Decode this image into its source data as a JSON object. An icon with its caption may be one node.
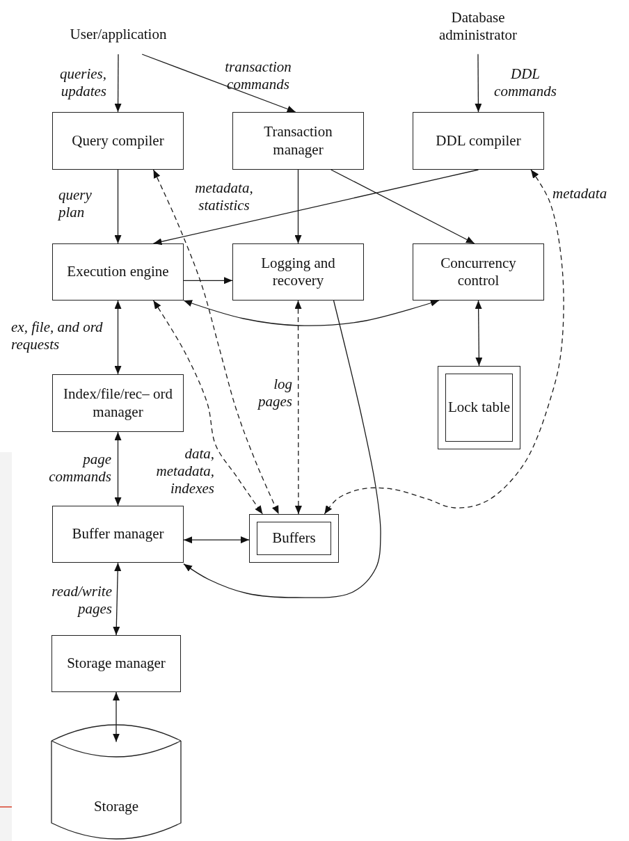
{
  "diagram": {
    "nodes": [
      {
        "text": [
          "User/application"
        ]
      },
      {
        "text": [
          "Database administrator"
        ]
      },
      {
        "text": [
          "Query compiler"
        ]
      },
      {
        "text": [
          "Transaction manager"
        ]
      },
      {
        "text": [
          "DDL compiler"
        ]
      },
      {
        "text": [
          "Execution engine"
        ]
      },
      {
        "text": [
          "Logging and recovery"
        ]
      },
      {
        "text": [
          "Concurrency control"
        ]
      },
      {
        "text": [
          "Index/file/rec– ord manager"
        ]
      },
      {
        "text": [
          "Buffer manager"
        ]
      },
      {
        "text": [
          "Buffers"
        ]
      },
      {
        "text": [
          "Lock table"
        ]
      },
      {
        "text": [
          "Storage manager"
        ]
      },
      {
        "text": [
          "Storage"
        ]
      }
    ],
    "edges": [
      {
        "from": 0,
        "to": 2,
        "arrow": "to",
        "label": "queries, updates"
      },
      {
        "from": 0,
        "to": 3,
        "arrow": "to",
        "label": "transaction commands"
      },
      {
        "from": 1,
        "to": 4,
        "arrow": "to",
        "label": "DDL commands"
      },
      {
        "from": 2,
        "to": 5,
        "arrow": "to",
        "label": "query plan"
      },
      {
        "from": 3,
        "to": 6,
        "arrow": "to"
      },
      {
        "from": 3,
        "to": 7,
        "arrow": "to"
      },
      {
        "from": 4,
        "to": 5,
        "arrow": "to"
      },
      {
        "from": 2,
        "to": 10,
        "arrow": "both",
        "style": "dashed",
        "label": "metadata, statistics"
      },
      {
        "from": 5,
        "to": 6,
        "arrow": "to"
      },
      {
        "from": 5,
        "to": 7,
        "arrow": "both"
      },
      {
        "from": 7,
        "to": 11,
        "arrow": "both"
      },
      {
        "from": 5,
        "to": 8,
        "arrow": "both",
        "label": "ex, file, and ord requests"
      },
      {
        "from": 6,
        "to": 10,
        "arrow": "both",
        "style": "dashed",
        "label": "log pages"
      },
      {
        "from": 5,
        "to": 10,
        "arrow": "both",
        "style": "dashed",
        "label": "data, metadata, indexes"
      },
      {
        "from": 4,
        "to": 10,
        "arrow": "both",
        "style": "dashed",
        "label": "metadata"
      },
      {
        "from": 8,
        "to": 9,
        "arrow": "both",
        "label": "page commands"
      },
      {
        "from": 9,
        "to": 10,
        "arrow": "both"
      },
      {
        "from": 6,
        "to": 9,
        "arrow": "to"
      },
      {
        "from": 9,
        "to": 12,
        "arrow": "both",
        "label": "read/write pages"
      },
      {
        "from": 12,
        "to": 13,
        "arrow": "both"
      }
    ]
  }
}
